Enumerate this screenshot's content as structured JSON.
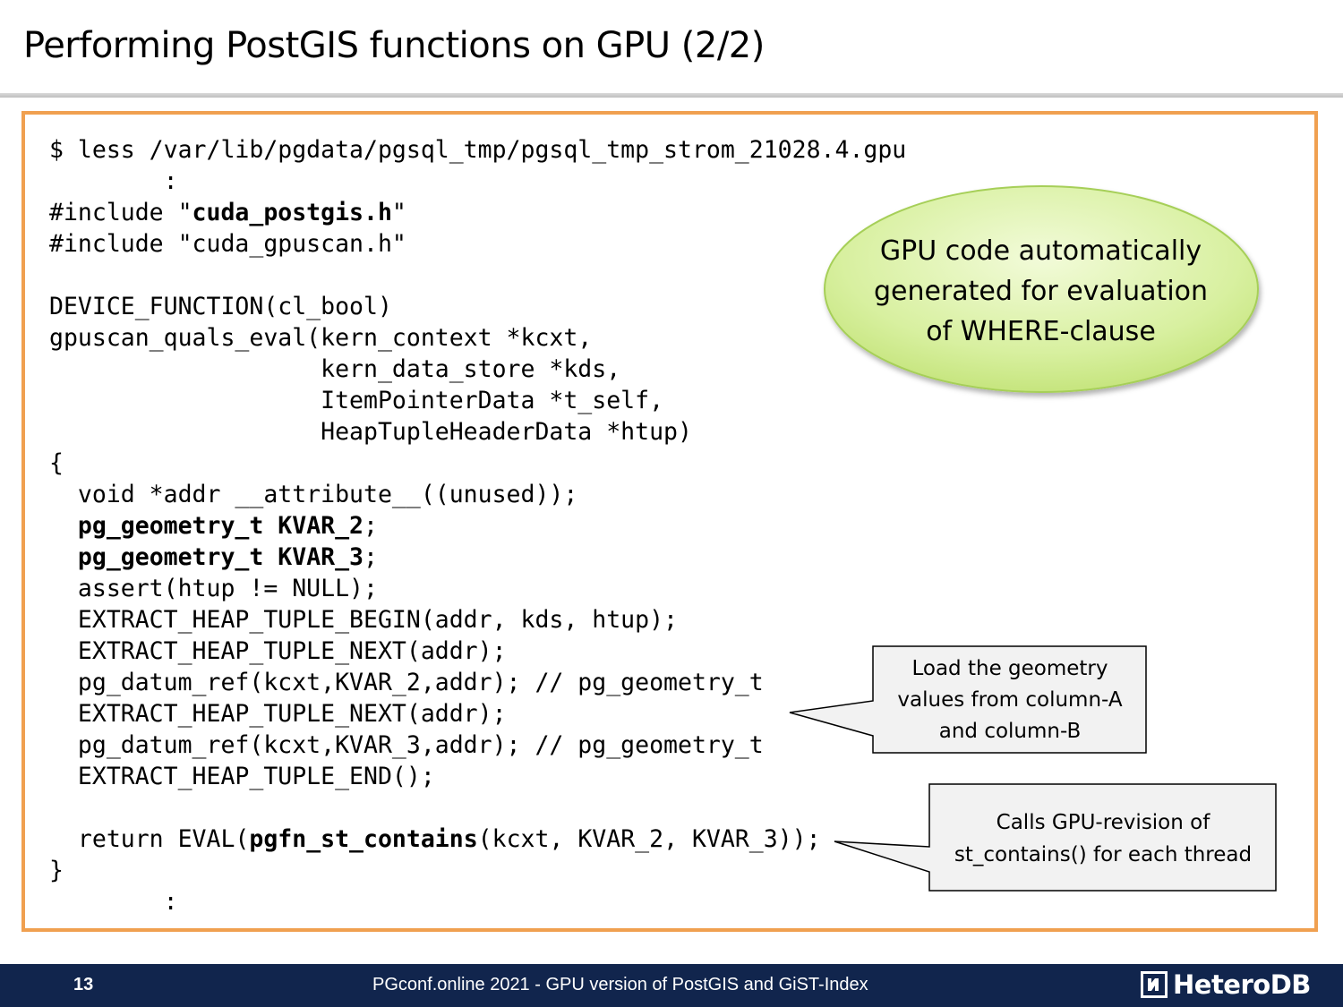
{
  "slide": {
    "title": "Performing PostGIS functions on GPU (2/2)"
  },
  "code": {
    "lines": [
      [
        {
          "t": "$ less /var/lib/pgdata/pgsql_tmp/pgsql_tmp_strom_21028.4.gpu"
        }
      ],
      [
        {
          "t": "        :"
        }
      ],
      [
        {
          "t": "#include \""
        },
        {
          "t": "cuda_postgis.h",
          "b": true
        },
        {
          "t": "\""
        }
      ],
      [
        {
          "t": "#include \"cuda_gpuscan.h\""
        }
      ],
      [
        {
          "t": ""
        }
      ],
      [
        {
          "t": "DEVICE_FUNCTION(cl_bool)"
        }
      ],
      [
        {
          "t": "gpuscan_quals_eval(kern_context *kcxt,"
        }
      ],
      [
        {
          "t": "                   kern_data_store *kds,"
        }
      ],
      [
        {
          "t": "                   ItemPointerData *t_self,"
        }
      ],
      [
        {
          "t": "                   HeapTupleHeaderData *htup)"
        }
      ],
      [
        {
          "t": "{"
        }
      ],
      [
        {
          "t": "  void *addr __attribute__((unused));"
        }
      ],
      [
        {
          "t": "  "
        },
        {
          "t": "pg_geometry_t KVAR_2",
          "b": true
        },
        {
          "t": ";"
        }
      ],
      [
        {
          "t": "  "
        },
        {
          "t": "pg_geometry_t KVAR_3",
          "b": true
        },
        {
          "t": ";"
        }
      ],
      [
        {
          "t": "  assert(htup != NULL);"
        }
      ],
      [
        {
          "t": "  EXTRACT_HEAP_TUPLE_BEGIN(addr, kds, htup);"
        }
      ],
      [
        {
          "t": "  EXTRACT_HEAP_TUPLE_NEXT(addr);"
        }
      ],
      [
        {
          "t": "  pg_datum_ref(kcxt,KVAR_2,addr); // pg_geometry_t"
        }
      ],
      [
        {
          "t": "  EXTRACT_HEAP_TUPLE_NEXT(addr);"
        }
      ],
      [
        {
          "t": "  pg_datum_ref(kcxt,KVAR_3,addr); // pg_geometry_t"
        }
      ],
      [
        {
          "t": "  EXTRACT_HEAP_TUPLE_END();"
        }
      ],
      [
        {
          "t": ""
        }
      ],
      [
        {
          "t": "  return EVAL("
        },
        {
          "t": "pgfn_st_contains",
          "b": true
        },
        {
          "t": "(kcxt, KVAR_2, KVAR_3));"
        }
      ],
      [
        {
          "t": "}"
        }
      ],
      [
        {
          "t": "        :"
        }
      ]
    ]
  },
  "callouts": {
    "ellipse": {
      "line1": "GPU code automatically",
      "line2": "generated for evaluation",
      "line3": "of WHERE-clause"
    },
    "load": {
      "line1": "Load the geometry",
      "line2": "values from column-A",
      "line3": "and column-B"
    },
    "calls": {
      "line1": "Calls GPU-revision of",
      "line2": "st_contains() for each thread"
    }
  },
  "footer": {
    "page_number": "13",
    "text": "PGconf.online 2021 - GPU version of PostGIS and GiST-Index",
    "logo_text": "HeteroDB"
  },
  "colors": {
    "box_border": "#f0a050",
    "ellipse_fill": "#d8f0a0",
    "footer_bg": "#11254d",
    "callout_fill": "#f2f2f2"
  }
}
